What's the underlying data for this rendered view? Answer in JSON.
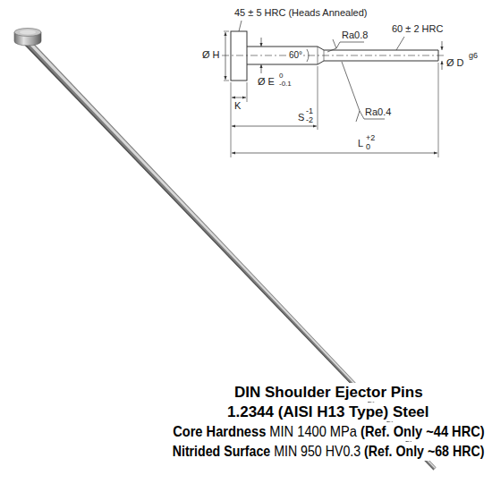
{
  "diagram": {
    "title": "DIN Shoulder Ejector Pins",
    "labels": [
      "45 ± 5 HRC  (Heads Annealed)",
      "60 ± 2 HRC",
      "Ra0.8",
      "Ra0.4",
      "60°",
      "Ø H",
      "Ø E",
      "0",
      "-0.1",
      "Ø D",
      "g6",
      "K",
      "S",
      "-1",
      "-2",
      "L",
      "+2",
      "0",
      "1.2344 (AISI H13 Type) Steel",
      "Core Hardness",
      "MIN 1400 MPa",
      "(Ref. Only ~44 HRC)",
      "Nitrided Surface",
      "MIN 950 HV0.3",
      "(Ref. Only ~68 HRC)"
    ]
  }
}
